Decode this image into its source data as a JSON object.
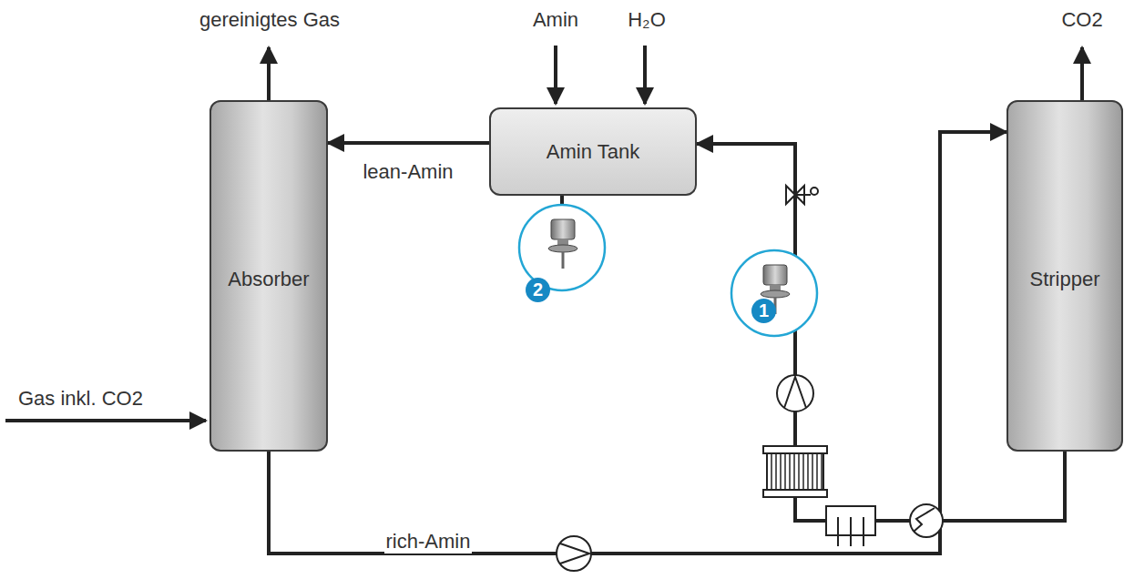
{
  "diagram": {
    "nodes": [
      {
        "text": [
          "Absorber"
        ]
      },
      {
        "text": [
          "Amin Tank"
        ]
      },
      {
        "text": [
          "Stripper"
        ]
      }
    ],
    "edges": [
      {
        "from": 1,
        "to": 0,
        "arrow": "to",
        "label": "lean-Amin"
      },
      {
        "from": 0,
        "to": 2,
        "arrow": "to",
        "label": "rich-Amin"
      },
      {
        "from": 2,
        "to": 1,
        "arrow": "to"
      }
    ],
    "labels": [
      "gereinigtes Gas",
      "Amin",
      "H₂O",
      "CO2",
      "Gas inkl. CO2",
      "2",
      "1"
    ]
  }
}
